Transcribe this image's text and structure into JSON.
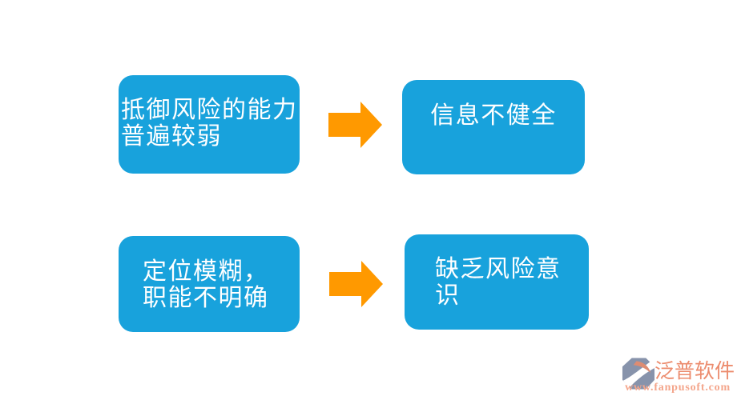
{
  "colors": {
    "background": "#FFFFFF",
    "box_fill": "#18A2DC",
    "box_text": "#FFFFFF",
    "arrow_fill": "#FF9900",
    "logo_slate": "#8793AB",
    "logo_salmon": "#DD8C72",
    "brand_text": "#EC8C6E",
    "brand_url_text": "#F4A68C"
  },
  "boxes": {
    "top_left": {
      "lines": [
        "抵御风险的能力",
        "普遍较弱"
      ]
    },
    "top_right": {
      "lines": [
        "信息不健全"
      ]
    },
    "bottom_left": {
      "lines": [
        "定位模糊，",
        "职能不明确"
      ]
    },
    "bottom_right": {
      "lines": [
        "缺乏风险意",
        "识"
      ]
    }
  },
  "watermark": {
    "brand": "泛普软件",
    "url": "www.fanpusoft.com"
  }
}
